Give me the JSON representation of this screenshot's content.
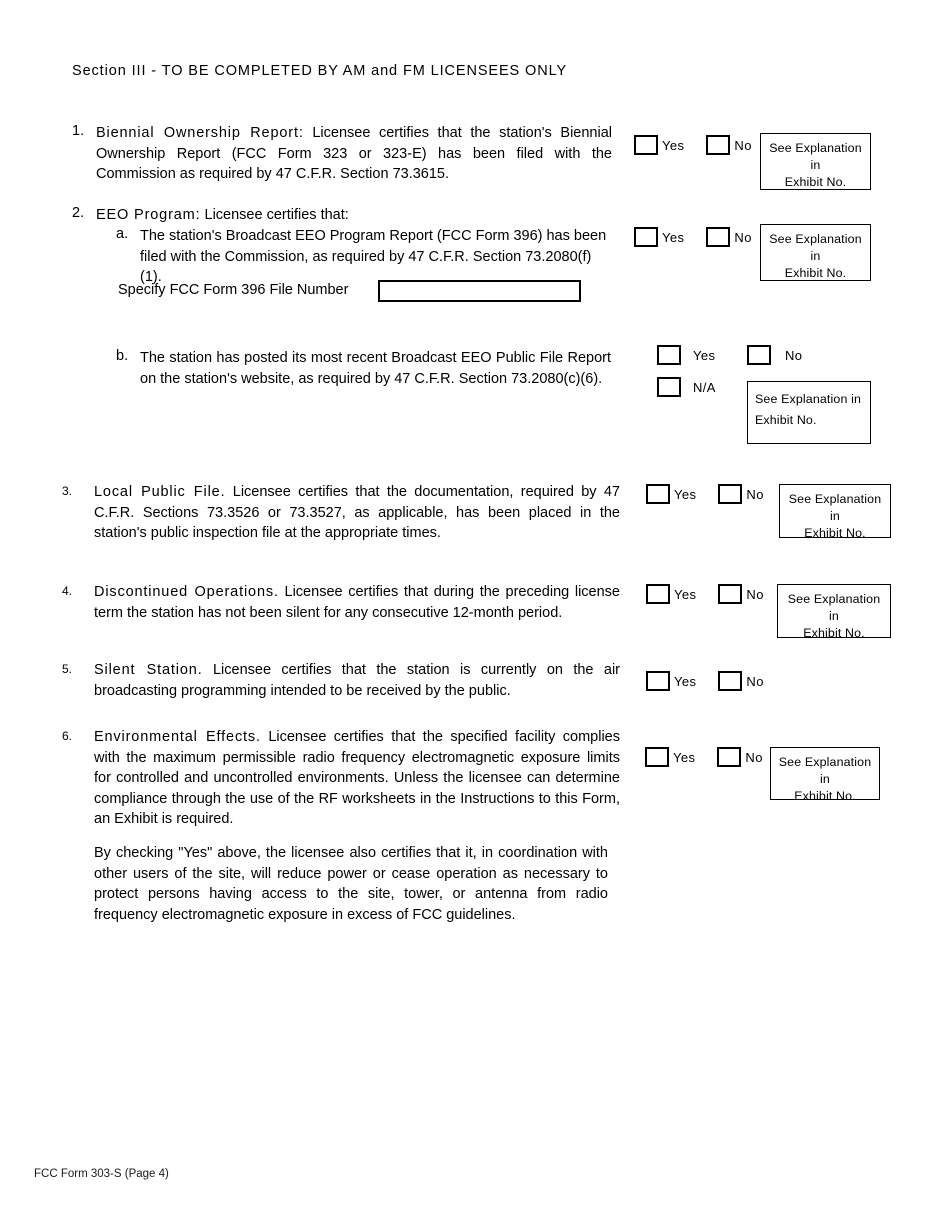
{
  "document": {
    "section_heading": "Section III - TO BE COMPLETED BY AM and FM LICENSEES ONLY",
    "footer": "FCC Form 303-S (Page 4)"
  },
  "common": {
    "yes_label": "Yes",
    "no_label": "No",
    "na_label": "N/A",
    "exhibit_line1": "See Explanation in",
    "exhibit_line2": "Exhibit No."
  },
  "items": [
    {
      "number": "1.",
      "lead": "Biennial Ownership Report:",
      "text": " Licensee certifies that the station's Biennial Ownership Report (FCC Form 323 or 323-E) has been filed with the Commission as required by 47 C.F.R. Section 73.3615."
    },
    {
      "number": "2.",
      "lead": "EEO Program:",
      "text": " Licensee certifies that:",
      "sub_a": {
        "letter": "a.",
        "text": "The station's Broadcast EEO Program Report (FCC Form 396) has been filed with the Commission, as required by 47 C.F.R. Section 73.2080(f)(1)."
      },
      "specify_label": "Specify FCC Form 396 File Number",
      "specify_value": "",
      "specify_placeholder": "",
      "sub_b": {
        "letter": "b.",
        "text": "The station has posted its most recent Broadcast EEO Public File Report on the station's website, as required by 47 C.F.R. Section 73.2080(c)(6)."
      }
    },
    {
      "number": "3.",
      "lead": "Local Public File.",
      "text": " Licensee certifies that the documentation, required by 47 C.F.R. Sections 73.3526 or 73.3527, as applicable, has been placed in the station's public inspection file at the appropriate times."
    },
    {
      "number": "4.",
      "lead": "Discontinued Operations.",
      "text": " Licensee certifies that during the preceding license term the station has not been silent for any consecutive 12-month period."
    },
    {
      "number": "5.",
      "lead": "Silent Station.",
      "text": " Licensee certifies that the station is currently on the air broadcasting programming intended to be received by the public."
    },
    {
      "number": "6.",
      "lead": "Environmental Effects.",
      "text": " Licensee certifies that the specified facility complies with the maximum permissible radio frequency electromagnetic exposure limits for controlled and uncontrolled environments. Unless the licensee can determine compliance through the use of the RF worksheets in the Instructions to this Form, an Exhibit is required.",
      "closing_paragraph": "By checking \"Yes\" above, the licensee also certifies that it, in coordination with other users of the site, will reduce power or cease operation as necessary to protect persons having access to the site, tower, or antenna from radio frequency electromagnetic exposure in excess of FCC guidelines."
    }
  ]
}
